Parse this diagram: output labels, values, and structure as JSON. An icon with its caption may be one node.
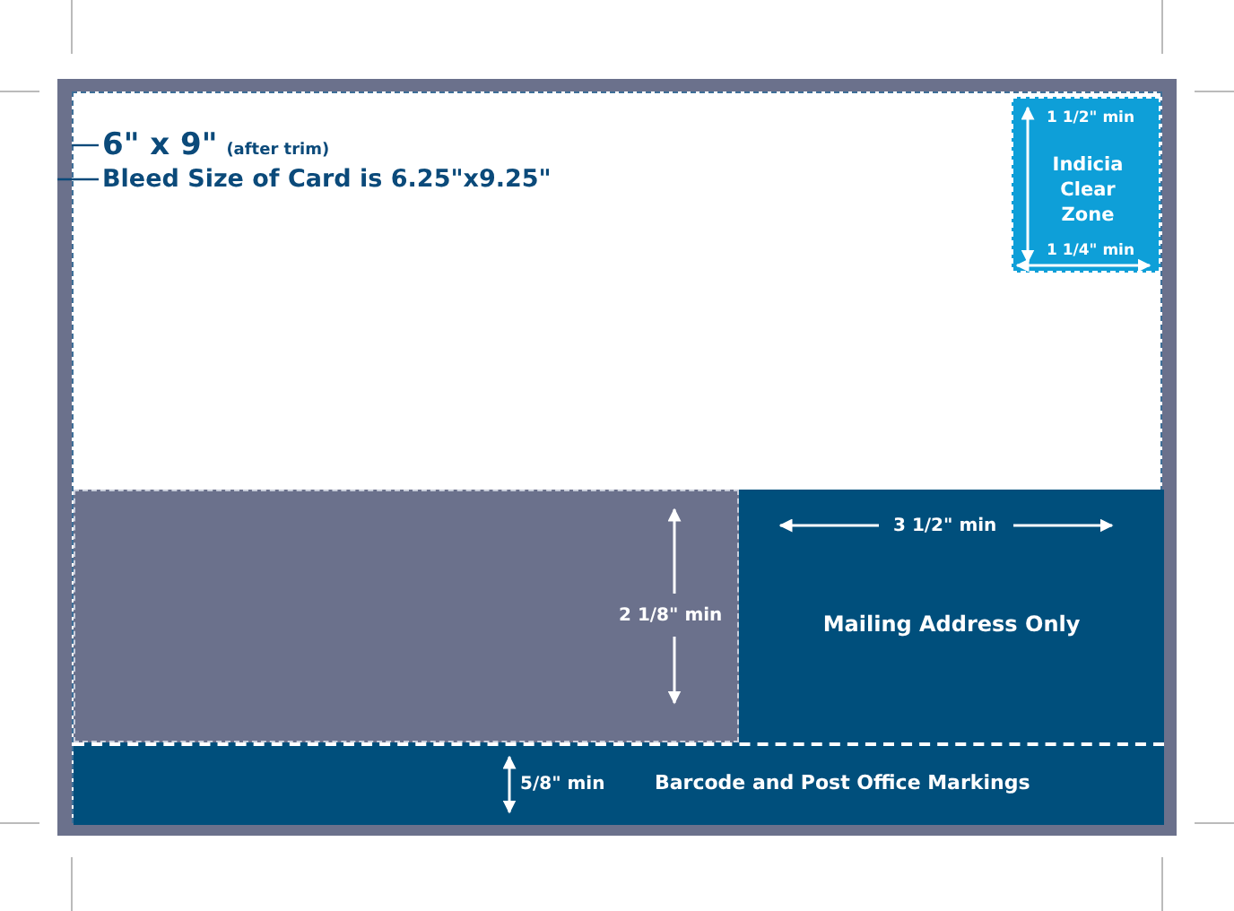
{
  "diagram": {
    "nodes": [
      {
        "text": [],
        "shape": "box"
      },
      {
        "text": [],
        "shape": "box",
        "in": 0
      },
      {
        "text": [
          "Indicia Clear Zone"
        ],
        "in": 1
      },
      {
        "text": [],
        "shape": "box",
        "in": 1
      },
      {
        "text": [
          "Mailing Address Only"
        ],
        "in": 1
      },
      {
        "text": [
          "Barcode and Post Office Markings"
        ],
        "in": 1
      },
      {
        "text": [
          "6\" x 9\"",
          "(after trim)"
        ],
        "in": 1
      },
      {
        "text": [
          "Bleed Size of Card is 6.25\"x9.25\""
        ],
        "in": 1
      }
    ],
    "edges": [
      {
        "from": 6,
        "to": 1,
        "arrow": "none"
      },
      {
        "from": 7,
        "to": 0,
        "arrow": "none"
      }
    ],
    "labels": [
      "1 1/2\" min",
      "1 1/4\" min",
      "3 1/2\" min",
      "2 1/8\" min",
      "5/8\" min"
    ]
  }
}
